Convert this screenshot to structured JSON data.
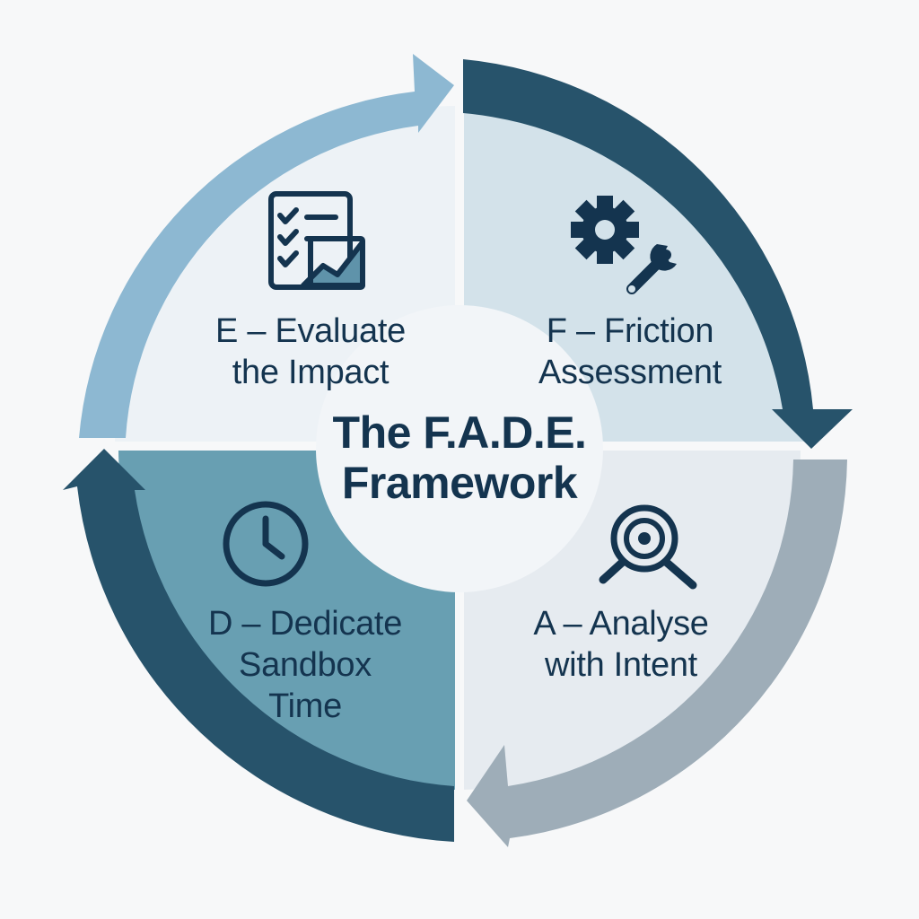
{
  "title": {
    "line1": "The F.A.D.E.",
    "line2": "Framework"
  },
  "steps": {
    "evaluate": {
      "line1": "E – Evaluate",
      "line2": "the Impact",
      "icon": "checklist-chart-icon"
    },
    "friction": {
      "line1": "F – Friction",
      "line2": "Assessment",
      "icon": "gear-wrench-icon"
    },
    "analyse": {
      "line1": "A – Analyse",
      "line2": "with Intent",
      "icon": "target-magnifier-icon"
    },
    "dedicate": {
      "line1": "D – Dedicate",
      "line2": "Sandbox",
      "line3": "Time",
      "icon": "clock-icon"
    }
  },
  "colors": {
    "text": "#14344f",
    "navy": "#27536b",
    "light_blue": "#8db8d2",
    "grey_blue": "#9eadb8",
    "quadrant_top_left": "#edf2f6",
    "quadrant_top_right": "#d3e2ea",
    "quadrant_bottom_right": "#e6ebf0",
    "quadrant_bottom_left": "#689fb2"
  }
}
